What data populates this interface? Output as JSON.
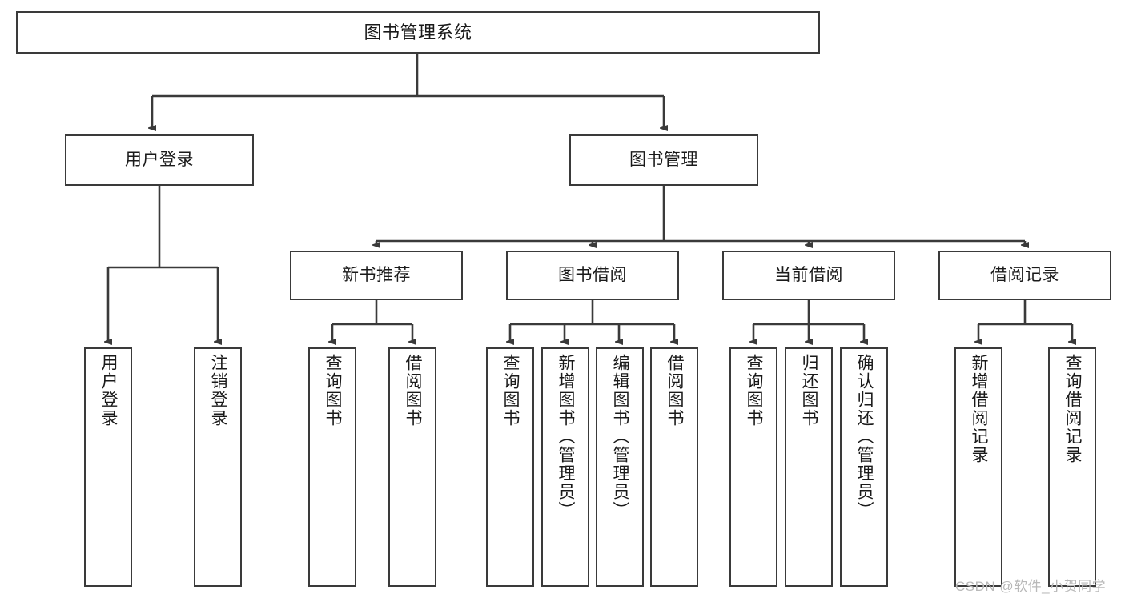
{
  "diagram": {
    "type": "tree",
    "title": "图书管理系统",
    "orientation": "top-down",
    "levels": 4,
    "line_color": "#3a3a3a",
    "box_fill": "#ffffff",
    "text_color": "#1a1a1a"
  },
  "root": {
    "label": "图书管理系统"
  },
  "level2": [
    {
      "label": "用户登录"
    },
    {
      "label": "图书管理"
    }
  ],
  "level3": [
    {
      "label": "新书推荐"
    },
    {
      "label": "图书借阅"
    },
    {
      "label": "当前借阅"
    },
    {
      "label": "借阅记录"
    }
  ],
  "leaves": {
    "user_login": [
      {
        "label": "用户登录"
      },
      {
        "label": "注销登录"
      }
    ],
    "new_book": [
      {
        "label": "查询图书"
      },
      {
        "label": "借阅图书"
      }
    ],
    "book_borrow": [
      {
        "label": "查询图书"
      },
      {
        "label": "新增图书（管理员）"
      },
      {
        "label": "编辑图书（管理员）"
      },
      {
        "label": "借阅图书"
      }
    ],
    "current_borrow": [
      {
        "label": "查询图书"
      },
      {
        "label": "归还图书"
      },
      {
        "label": "确认归还（管理员）"
      }
    ],
    "borrow_record": [
      {
        "label": "新增借阅记录"
      },
      {
        "label": "查询借阅记录"
      }
    ]
  },
  "watermark": {
    "text": "CSDN @软件_小贺同学"
  }
}
